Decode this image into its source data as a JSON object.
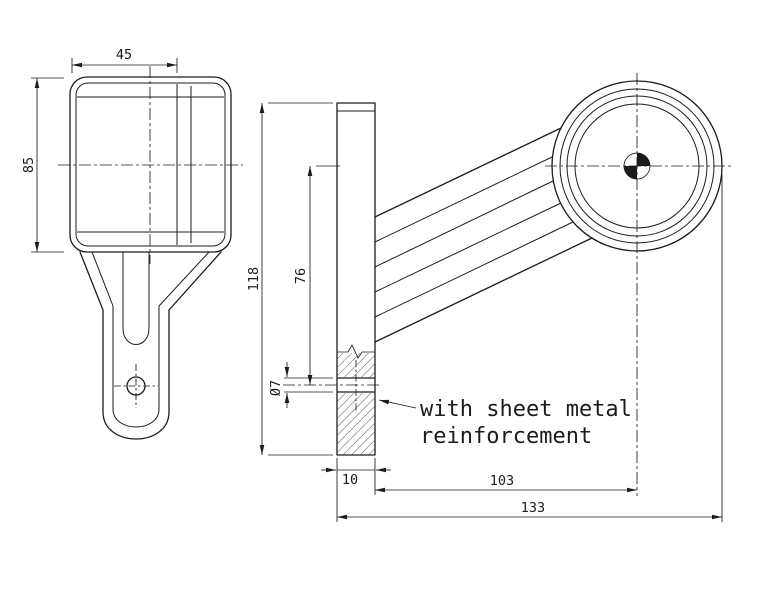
{
  "drawing": {
    "views": {
      "front": {
        "dimensions": {
          "lamp_width": "45",
          "lamp_height": "85"
        }
      },
      "side": {
        "dimensions": {
          "plate_height": "118",
          "axis_to_hole": "76",
          "hole_diameter": "Ø7",
          "plate_thickness": "10",
          "plate_to_lamp_center": "103",
          "overall_length": "133"
        },
        "annotation": {
          "line1": "with sheet metal",
          "line2": "reinforcement"
        }
      }
    },
    "colors": {
      "line": "#1c1c1c",
      "background": "#ffffff"
    }
  }
}
